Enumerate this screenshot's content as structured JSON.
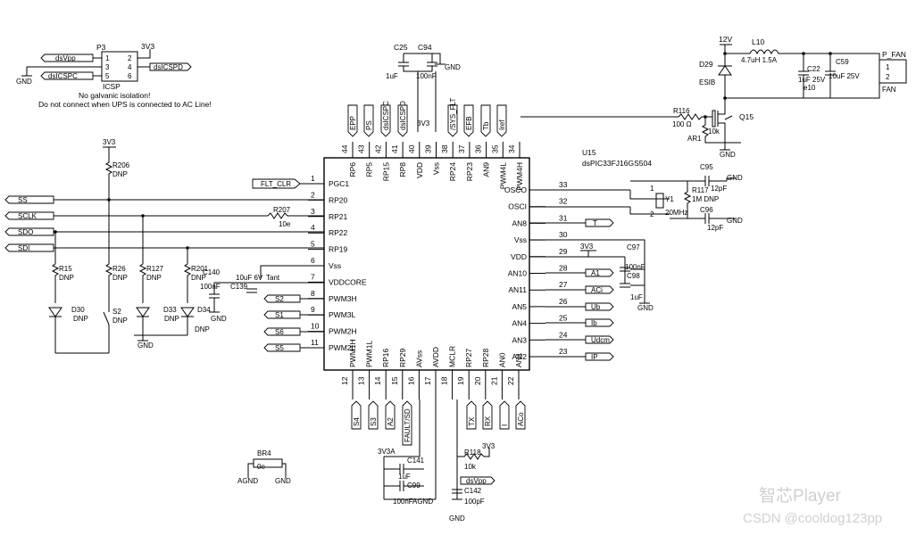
{
  "u15": {
    "ref": "U15",
    "part": "dsPIC33FJ16GS504",
    "left_pins": [
      {
        "num": "1",
        "name": "PGC1"
      },
      {
        "num": "2",
        "name": "RP20"
      },
      {
        "num": "3",
        "name": "RP21"
      },
      {
        "num": "4",
        "name": "RP22"
      },
      {
        "num": "5",
        "name": "RP19"
      },
      {
        "num": "6",
        "name": "Vss"
      },
      {
        "num": "7",
        "name": "VDDCORE"
      },
      {
        "num": "8",
        "name": "PWM3H"
      },
      {
        "num": "9",
        "name": "PWM3L"
      },
      {
        "num": "10",
        "name": "PWM2H"
      },
      {
        "num": "11",
        "name": "PWM2L"
      }
    ],
    "top_pins": [
      {
        "num": "44",
        "name": "RP6"
      },
      {
        "num": "43",
        "name": "RP5"
      },
      {
        "num": "42",
        "name": "RP15"
      },
      {
        "num": "41",
        "name": "RP8"
      },
      {
        "num": "40",
        "name": "VDD"
      },
      {
        "num": "39",
        "name": "Vss"
      },
      {
        "num": "38",
        "name": "RP24"
      },
      {
        "num": "37",
        "name": "RP23"
      },
      {
        "num": "36",
        "name": "AN9"
      },
      {
        "num": "35",
        "name": "PWM4L"
      },
      {
        "num": "34",
        "name": "PWM4H"
      }
    ],
    "right_pins": [
      {
        "num": "33",
        "name": "OSCO"
      },
      {
        "num": "32",
        "name": "OSCI"
      },
      {
        "num": "31",
        "name": "AN8"
      },
      {
        "num": "30",
        "name": "Vss"
      },
      {
        "num": "29",
        "name": "VDD"
      },
      {
        "num": "28",
        "name": "AN10"
      },
      {
        "num": "27",
        "name": "AN11"
      },
      {
        "num": "26",
        "name": "AN5"
      },
      {
        "num": "25",
        "name": "AN4"
      },
      {
        "num": "24",
        "name": "AN3"
      },
      {
        "num": "23",
        "name": "AN2"
      }
    ],
    "bottom_pins": [
      {
        "num": "12",
        "name": "PWM1H"
      },
      {
        "num": "13",
        "name": "PWM1L"
      },
      {
        "num": "14",
        "name": "RP16"
      },
      {
        "num": "15",
        "name": "RP29"
      },
      {
        "num": "16",
        "name": "AVss"
      },
      {
        "num": "17",
        "name": "AVDD"
      },
      {
        "num": "18",
        "name": "MCLR"
      },
      {
        "num": "19",
        "name": "RP27"
      },
      {
        "num": "20",
        "name": "RP28"
      },
      {
        "num": "21",
        "name": "AN0"
      },
      {
        "num": "22",
        "name": "AN1"
      }
    ]
  },
  "p3": {
    "ref": "P3",
    "label": "ICSP",
    "supply": "3V3",
    "gnd": "GND",
    "pins": [
      "1",
      "2",
      "3",
      "4",
      "5",
      "6"
    ],
    "nets": {
      "dsVpp": "dsVpp",
      "dsICSPC": "dsICSPC",
      "dsICSPD": "dsICSPD"
    },
    "notes": [
      "No galvanic isolation!",
      "Do not connect when UPS is connected to AC Line!"
    ]
  },
  "top_caps": {
    "c25": "C25",
    "c94": "C94",
    "c25_val": "1uF",
    "c94_val": "100nF",
    "gnd": "GND",
    "supply": "3V3"
  },
  "top_nets": [
    "EPP",
    "PS",
    "dsICSPC",
    "dsICSPD",
    "/SYS_FLT",
    "EFB",
    "Tb",
    "Iref"
  ],
  "fan": {
    "supply": "12V",
    "l10": "L10",
    "l10_val": "4.7uH 1.5A",
    "d29": "D29",
    "d29_val": "ESIB",
    "c22": "C22",
    "c22_val": [
      "1uF 25V",
      "e10"
    ],
    "c59": "C59",
    "c59_val": "10uF 25V",
    "conn": "P_FAN",
    "conn_label": "FAN",
    "conn_pins": [
      "1",
      "2"
    ],
    "r116": "R116",
    "r116_val": "100 Ω",
    "q15": "Q15",
    "ar1": "AR1",
    "ar1_val": "10k",
    "gnd": "GND"
  },
  "left_nets": {
    "flt_clr": "FLT_CLR",
    "ss": "SS",
    "sclk": "SCLK",
    "sdo": "SDO",
    "sdi": "SDI",
    "r207": "R207",
    "r207_val": "10e",
    "r206": "R206",
    "r206_val": "DNP",
    "supply": "3V3",
    "r15": "R15",
    "r15_val": "DNP",
    "r26": "R26",
    "r26_val": "DNP",
    "r127": "R127",
    "r127_val": "DNP",
    "r201": "R201",
    "r201_val": "DNP",
    "d30": "D30",
    "d30_val": "DNP",
    "s2": "S2",
    "s2_val": "DNP",
    "d33": "D33",
    "d33_val": "DNP",
    "d34": "D34",
    "d34_val": "DNP",
    "gnd": "GND",
    "c140": "C140",
    "c140_val": "100nF",
    "c139": "C139",
    "c139_val": "10uF 6V",
    "tant": "Tant",
    "pwm_flags": [
      "S2",
      "S1",
      "S6",
      "S5"
    ]
  },
  "right_nets": {
    "c95": "C95",
    "c95_val": "12pF",
    "r117": "R117",
    "r117_val": "1M DNP",
    "y1": "Y1",
    "y1_val": "20MHz",
    "y1_pins": [
      "1",
      "2"
    ],
    "c96": "C96",
    "c96_val": "12pF",
    "gnd": "GND",
    "t": "T",
    "supply": "3V3",
    "c97": "C97",
    "c97_val": "100nF",
    "c98": "C98",
    "c98_val": "1uF",
    "flags": [
      "A1",
      "ACi",
      "Ub",
      "Ib",
      "Udcm",
      "IP"
    ]
  },
  "bottom_nets": {
    "flags": [
      "S4",
      "S3",
      "A2",
      "FAULT/SD",
      "TX",
      "RX",
      "I",
      "ACo"
    ],
    "supply_a": "3V3A",
    "c141": "C141",
    "c141_val": "1uF",
    "c99": "C99",
    "c99_val": "100nF",
    "agnd": "AGND",
    "r118": "R118",
    "r118_val": "10k",
    "supply": "3V3",
    "dsvpp": "dsVpp",
    "c142": "C142",
    "c142_val": "100pF",
    "gnd": "GND"
  },
  "br4": {
    "ref": "BR4",
    "val": "0e",
    "agnd": "AGND",
    "gnd": "GND"
  },
  "watermark": {
    "brand": "智芯Player",
    "site": "CSDN @cooldog123pp"
  }
}
